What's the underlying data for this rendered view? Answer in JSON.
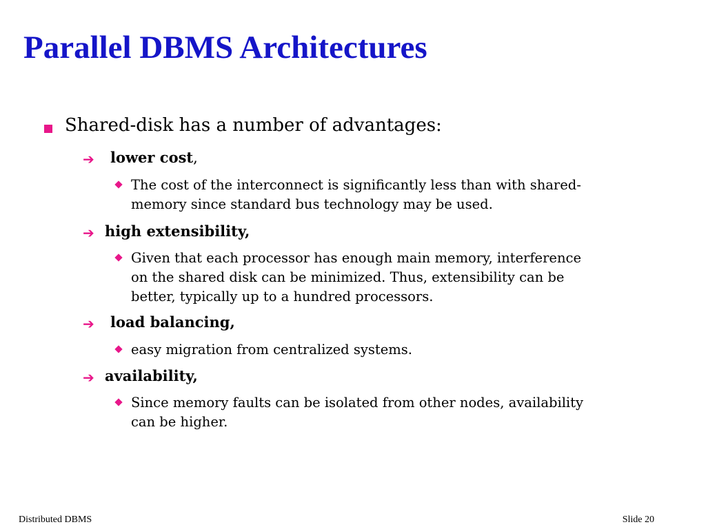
{
  "slide": {
    "title": "Parallel DBMS Architectures"
  },
  "main_point": {
    "text": "Shared-disk has a number of advantages:"
  },
  "advantages": [
    {
      "heading": "lower cost",
      "heading_suffix": ",",
      "details": [
        "The cost of the interconnect is significantly less than with shared-",
        "memory since standard bus technology may be used."
      ]
    },
    {
      "heading": "high extensibility,",
      "heading_suffix": "",
      "details": [
        "Given that each processor has enough main memory, interference",
        "on the shared disk can be minimized. Thus, extensibility can be",
        "better, typically up to a hundred processors."
      ]
    },
    {
      "heading": "load balancing,",
      "heading_suffix": "",
      "details": [
        "easy migration from centralized systems."
      ]
    },
    {
      "heading": "availability,",
      "heading_suffix": "",
      "details": [
        "Since memory faults can be isolated from other nodes, availability",
        "can be higher."
      ]
    }
  ],
  "footer": {
    "left": "Distributed DBMS",
    "right": "Slide 20"
  },
  "colors": {
    "title": "#1515c8",
    "bullet": "#e8178a"
  },
  "icons": {
    "level1_bullet": "square-bullet-icon",
    "level2_bullet": "arrow-right-icon",
    "level3_bullet": "diamond-bullet-icon"
  }
}
